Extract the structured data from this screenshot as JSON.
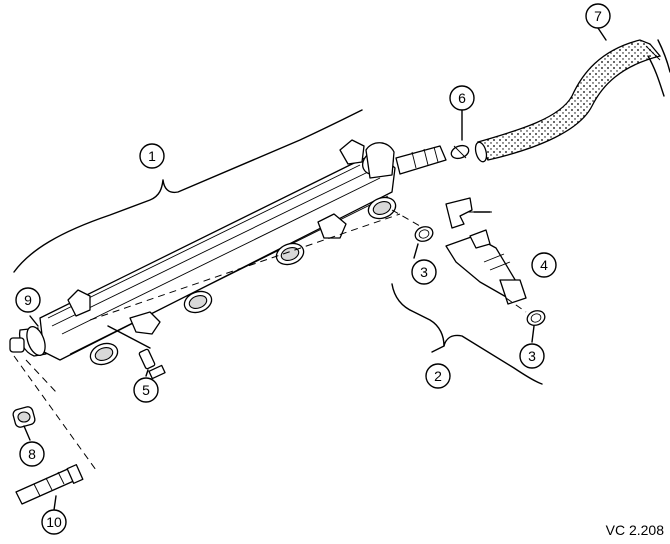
{
  "callouts": {
    "c1": "1",
    "c2": "2",
    "c3a": "3",
    "c3b": "3",
    "c4": "4",
    "c5": "5",
    "c6": "6",
    "c7": "7",
    "c8": "8",
    "c9": "9",
    "c10": "10"
  },
  "reference_code": "VC 2.208"
}
